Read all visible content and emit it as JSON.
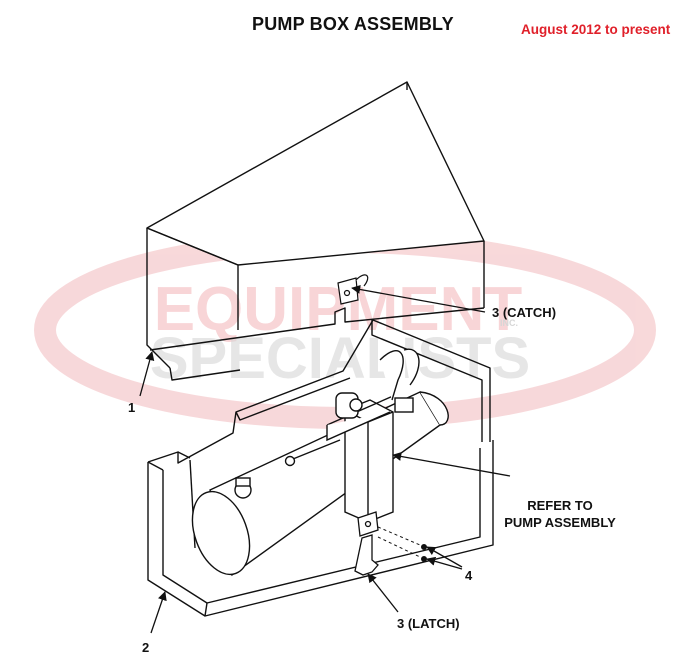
{
  "header": {
    "title": "PUMP BOX ASSEMBLY",
    "date_range": "August 2012 to present"
  },
  "watermark": {
    "line1": "EQUIPMENT",
    "line2": "SPECIALISTS",
    "small": "INC.",
    "color_red": "#e8737a",
    "color_gray": "#b5b5b5"
  },
  "callouts": {
    "catch": "3 (CATCH)",
    "part1": "1",
    "refer_line1": "REFER TO",
    "refer_line2": "PUMP ASSEMBLY",
    "part4": "4",
    "part2": "2",
    "latch": "3 (LATCH)"
  }
}
